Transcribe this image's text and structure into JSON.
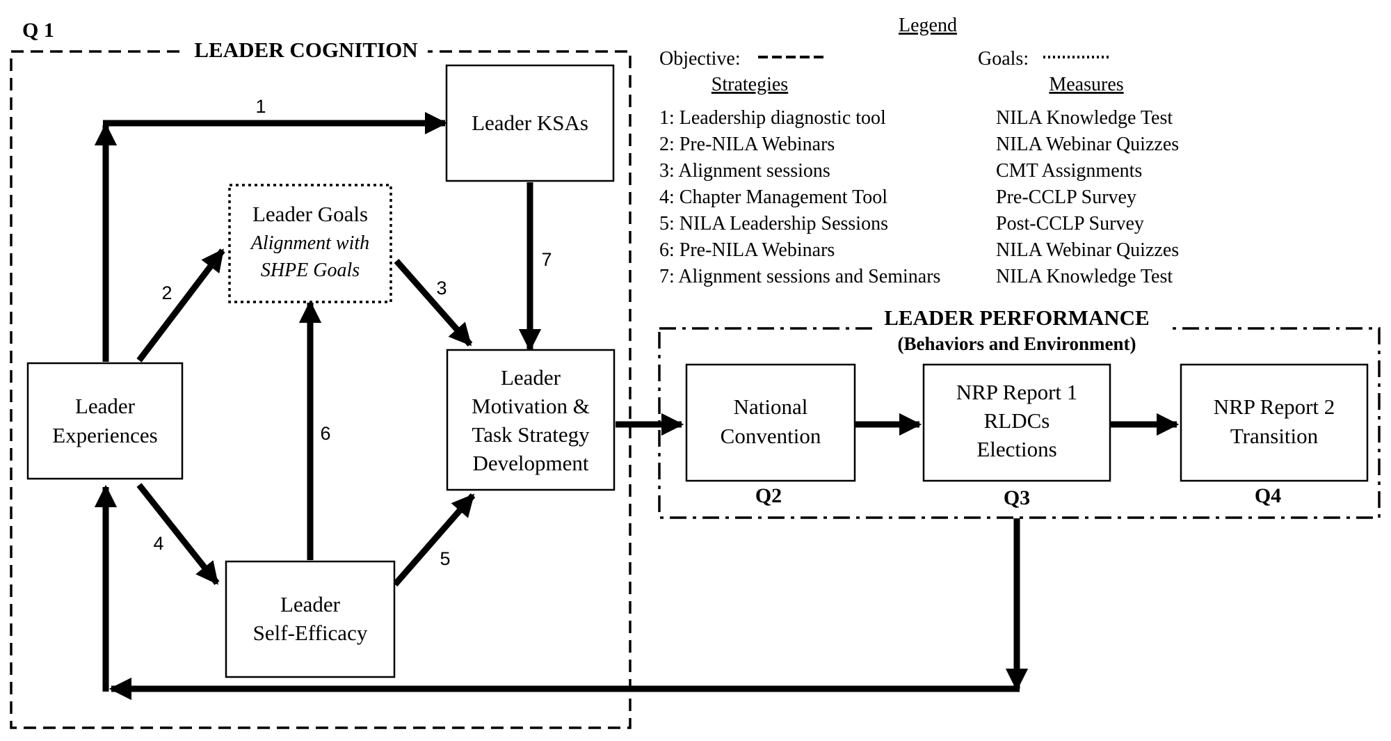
{
  "quarters": {
    "q1": "Q 1",
    "q2": "Q2",
    "q3": "Q3",
    "q4": "Q4"
  },
  "frames": {
    "cognition_title": "LEADER COGNITION",
    "performance_title": "LEADER PERFORMANCE",
    "performance_subtitle": "(Behaviors and Environment)"
  },
  "nodes": {
    "ksas": [
      "Leader KSAs"
    ],
    "goals": [
      "Leader Goals"
    ],
    "goals_sub": [
      "Alignment with",
      "SHPE Goals"
    ],
    "experiences": [
      "Leader",
      "Experiences"
    ],
    "motivation": [
      "Leader",
      "Motivation &",
      "Task Strategy",
      "Development"
    ],
    "self_efficacy": [
      "Leader",
      "Self-Efficacy"
    ],
    "convention": [
      "National",
      "Convention"
    ],
    "nrp1": [
      "NRP Report 1",
      "RLDCs",
      "Elections"
    ],
    "nrp2": [
      "NRP Report 2",
      "Transition"
    ]
  },
  "arrow_labels": [
    "1",
    "2",
    "3",
    "4",
    "5",
    "6",
    "7"
  ],
  "legend": {
    "title": "Legend",
    "objective_label": "Objective:",
    "goals_label": "Goals:",
    "strategies_head": "Strategies",
    "measures_head": "Measures",
    "strategies": [
      "1: Leadership diagnostic tool",
      "2: Pre-NILA Webinars",
      "3: Alignment sessions",
      "4: Chapter Management Tool",
      "5: NILA Leadership Sessions",
      "6: Pre-NILA Webinars",
      "7: Alignment sessions and Seminars"
    ],
    "measures": [
      "NILA Knowledge Test",
      "NILA Webinar Quizzes",
      "CMT Assignments",
      "Pre-CCLP Survey",
      "Post-CCLP Survey",
      "NILA Webinar Quizzes",
      "NILA Knowledge Test"
    ]
  }
}
